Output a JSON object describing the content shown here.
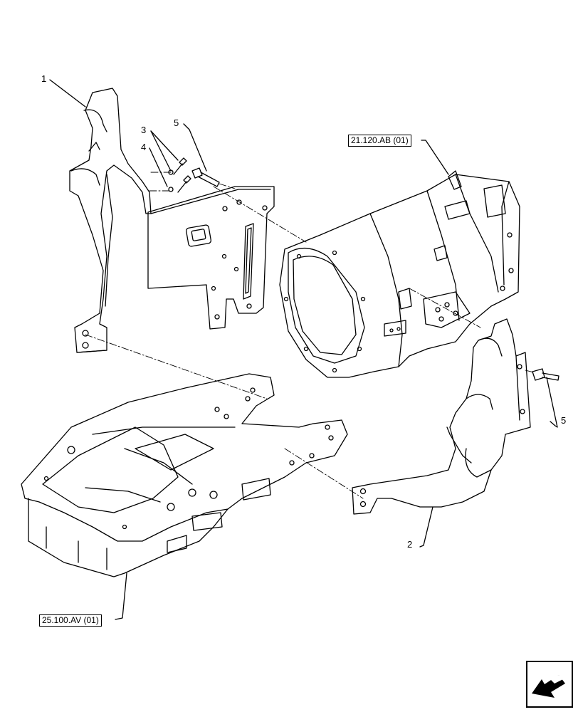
{
  "callouts": {
    "c1": "1",
    "c2": "2",
    "c3": "3",
    "c4": "4",
    "c5_top": "5",
    "c5_right": "5"
  },
  "references": {
    "transmission": "21.120.AB (01)",
    "frame": "25.100.AV (01)"
  },
  "nav_icon": "next-page-arrow-icon"
}
